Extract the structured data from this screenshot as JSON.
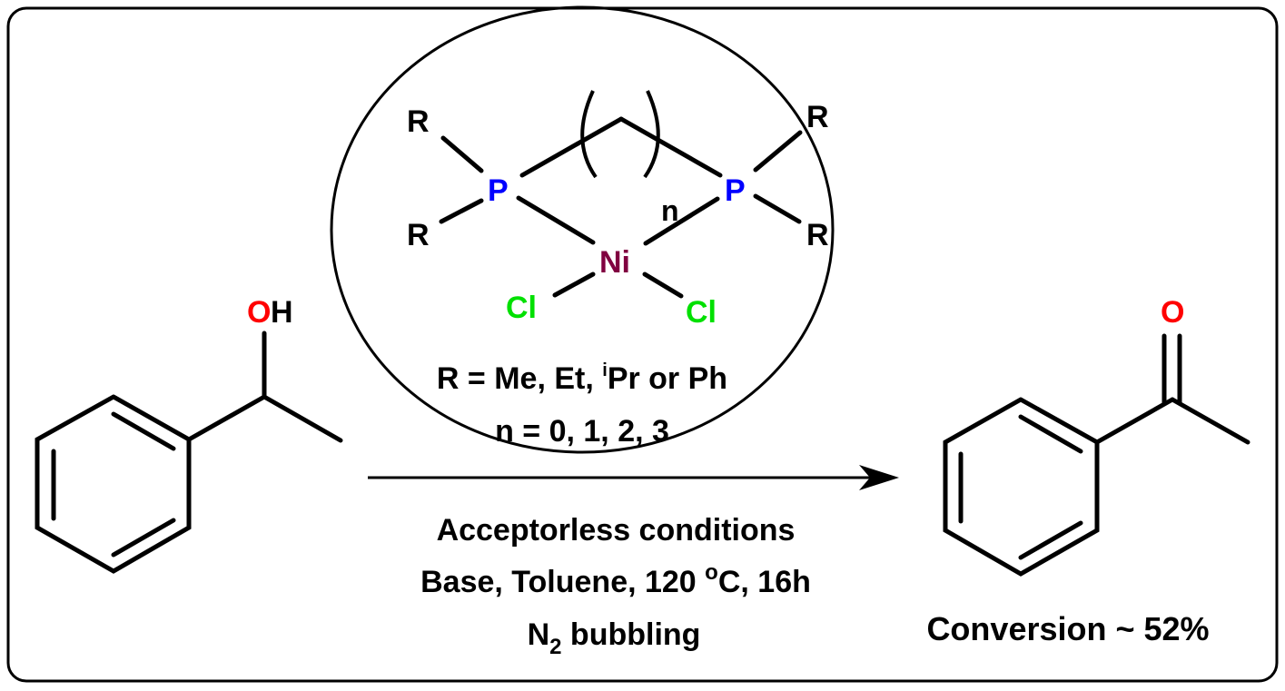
{
  "colors": {
    "oxygen": "#ff0000",
    "phosphorus": "#0000ff",
    "nickel": "#800040",
    "chlorine": "#00e000",
    "text": "#000000"
  },
  "reactant": {
    "name": "1-phenylethanol",
    "label_O": "O",
    "label_H": "H"
  },
  "catalyst": {
    "P_left": "P",
    "P_right": "P",
    "metal": "Ni",
    "Cl_left": "Cl",
    "Cl_right": "Cl",
    "R1": "R",
    "R2": "R",
    "R3": "R",
    "R4": "R",
    "n_label": "n",
    "r_definition_prefix": "R = Me, Et, ",
    "r_definition_sup": "i",
    "r_definition_suffix": "Pr or Ph",
    "n_definition": "n = 0, 1, 2, 3"
  },
  "conditions": {
    "line1": "Acceptorless conditions",
    "line2_prefix": "Base, Toluene, 120 ",
    "line2_sup": "o",
    "line2_suffix": "C, 16h",
    "line3_N": "N",
    "line3_sub": "2",
    "line3_suffix": " bubbling"
  },
  "product": {
    "name": "acetophenone",
    "label_O": "O",
    "conversion": "Conversion ~ 52%"
  }
}
